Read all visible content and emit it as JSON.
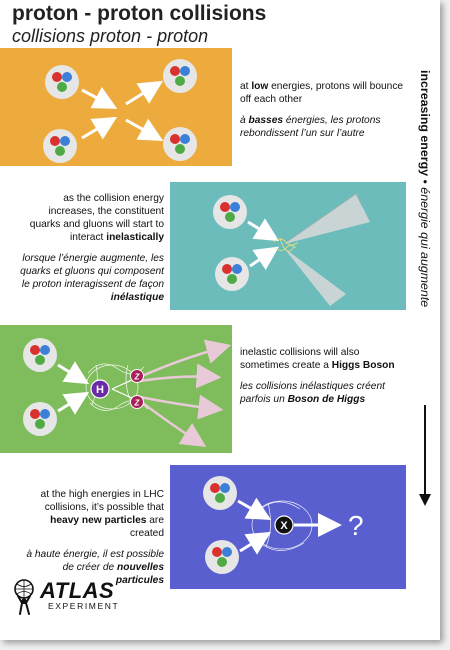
{
  "header": {
    "title": "proton - proton collisions",
    "subtitle": "collisions proton - proton"
  },
  "panels": [
    {
      "color": "#eeab3d",
      "text_en_parts": [
        "at ",
        "low",
        " energies, protons will bounce off each other"
      ],
      "text_fr_parts": [
        "à ",
        "basses",
        " énergies, les protons rebondissent l’un sur l’autre"
      ]
    },
    {
      "color": "#6cbcbb",
      "text_en_parts": [
        "as the collision energy increases, the constituent quarks and gluons will start to interact ",
        "inelastically"
      ],
      "text_fr_parts": [
        "lorsque l’énergie augmente, les quarks et gluons qui composent le proton interagissent de façon ",
        "inélastique"
      ]
    },
    {
      "color": "#7fbc5b",
      "text_en_parts": [
        "inelastic collisions will also sometimes create a ",
        "Higgs Boson"
      ],
      "text_fr_parts": [
        "les collisions inélastiques créent parfois un ",
        "Boson de Higgs"
      ],
      "particle_labels": {
        "higgs": "H",
        "z_boson": "Z"
      }
    },
    {
      "color": "#5a5fd0",
      "text_en_parts": [
        "at the high energies in LHC collisions, it’s possible that ",
        "heavy new particles",
        " are created"
      ],
      "text_fr_parts": [
        "à haute énergie, il est possible de créer de ",
        "nouvelles particules"
      ],
      "particle_labels": {
        "unknown": "X",
        "question": "?"
      }
    }
  ],
  "side_label": {
    "en": "increasing energy",
    "separator": " • ",
    "fr": "énergie qui augmente"
  },
  "logo": {
    "word": "ATLAS",
    "sub": "EXPERIMENT"
  },
  "quark_colors": {
    "red": "#d8312e",
    "blue": "#3b7fd6",
    "green": "#4daa45"
  },
  "proton_color": "#e6e6e6"
}
